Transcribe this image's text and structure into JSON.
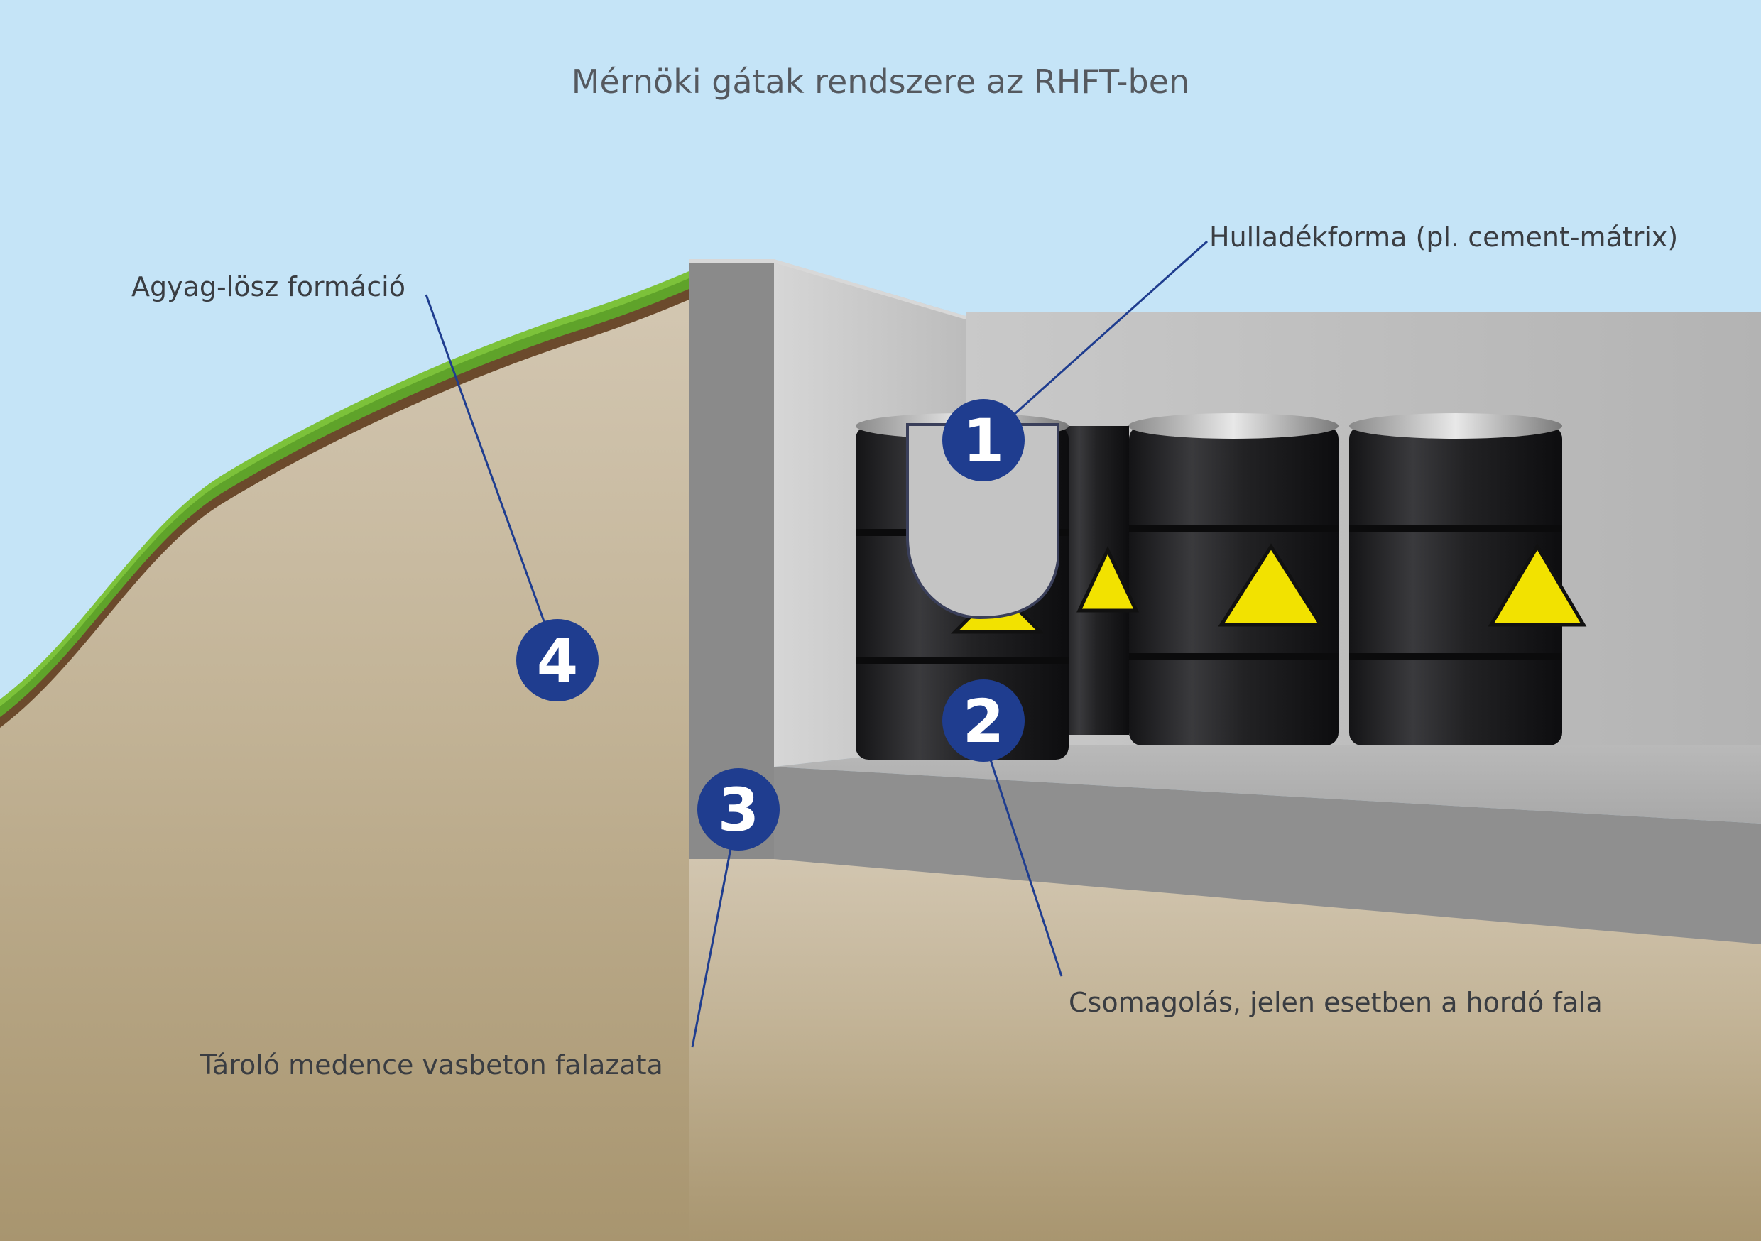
{
  "title": "Mérnöki gátak rendszere az RHFT-ben",
  "callouts": [
    {
      "number": "1",
      "text": "Hulladékforma (pl. cement-mátrix)"
    },
    {
      "number": "2",
      "text": "Csomagolás, jelen esetben a hordó fala"
    },
    {
      "number": "3",
      "text": "Tároló medence vasbeton falazata"
    },
    {
      "number": "4",
      "text": "Agyag-lösz formáció"
    }
  ],
  "colors": {
    "sky": "#c5e4f7",
    "soil": "#b9a78b",
    "grass": "#5fa32a",
    "concrete": "#9a9a9a",
    "barrel": "#1f1f21",
    "hazard_yellow": "#f2e200",
    "marker_blue": "#1f3d8f",
    "leader_line": "#1f3d8f"
  }
}
